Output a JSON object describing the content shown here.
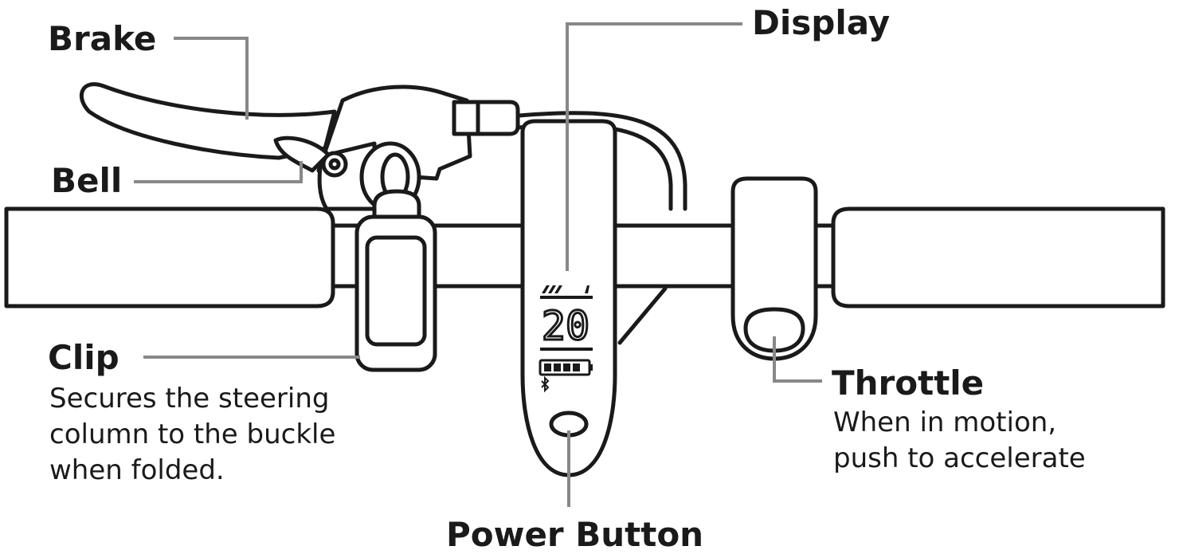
{
  "labels": {
    "brake": "Brake",
    "bell": "Bell",
    "display": "Display",
    "clip": "Clip",
    "clip_desc": [
      "Secures the steering",
      "column to the buckle",
      "when folded."
    ],
    "throttle": "Throttle",
    "throttle_desc": [
      "When in motion,",
      "push to accelerate"
    ],
    "power_button": "Power Button"
  },
  "display_screen": {
    "speed": "20"
  },
  "colors": {
    "ink": "#1a1a1a",
    "leader": "#888888",
    "background": "#ffffff"
  }
}
